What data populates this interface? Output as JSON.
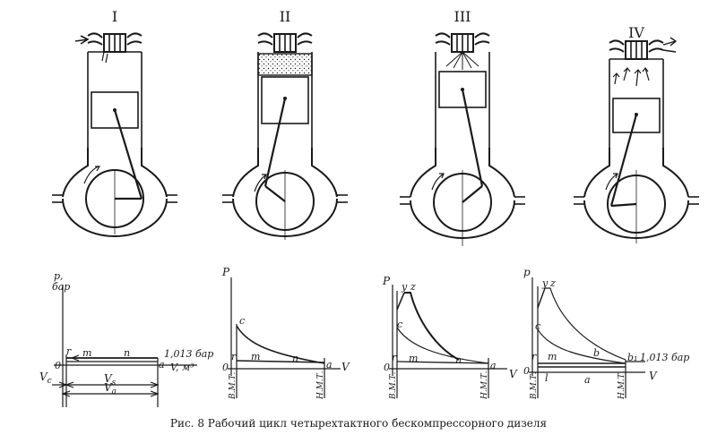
{
  "figure": {
    "caption": "Рис. 8 Рабочий цикл четырехтактного бескомпрессорного дизеля"
  },
  "engines": [
    {
      "numeral": "I"
    },
    {
      "numeral": "II"
    },
    {
      "numeral": "III"
    },
    {
      "numeral": "IV"
    }
  ],
  "diagrams": [
    {
      "p_label": "p,",
      "p_unit": "бар",
      "v_label": "V, м³",
      "zero": "0",
      "points": {
        "r": "r",
        "m": "m",
        "n": "n",
        "a": "a"
      },
      "pressure_note": "1,013 бар",
      "vc": "V",
      "vc_sub": "c",
      "vs": "V",
      "vs_sub": "s",
      "va": "V",
      "va_sub": "a"
    },
    {
      "p_label": "P",
      "v_label": "V",
      "zero": "0",
      "points": {
        "c": "c",
        "r": "r",
        "m": "m",
        "n": "n",
        "a": "a"
      },
      "tdc": "В.М.Т.",
      "bdc": "Н.М.Т."
    },
    {
      "p_label": "P",
      "v_label": "V",
      "zero": "0",
      "points": {
        "y": "y",
        "z": "z",
        "c": "c",
        "r": "r",
        "m": "m",
        "n": "n",
        "a": "a"
      },
      "tdc": "В.М.Т.",
      "bdc": "Н.М.Т."
    },
    {
      "p_label": "p",
      "v_label": "V",
      "zero": "0",
      "points": {
        "y": "y",
        "z": "z",
        "c": "c",
        "r": "r",
        "m": "m",
        "b": "b",
        "b1": "b₁",
        "l": "l",
        "a": "a"
      },
      "pressure_note": "1,013 бар",
      "tdc": "В.М.Т.",
      "bdc": "Н.М.Т."
    }
  ]
}
